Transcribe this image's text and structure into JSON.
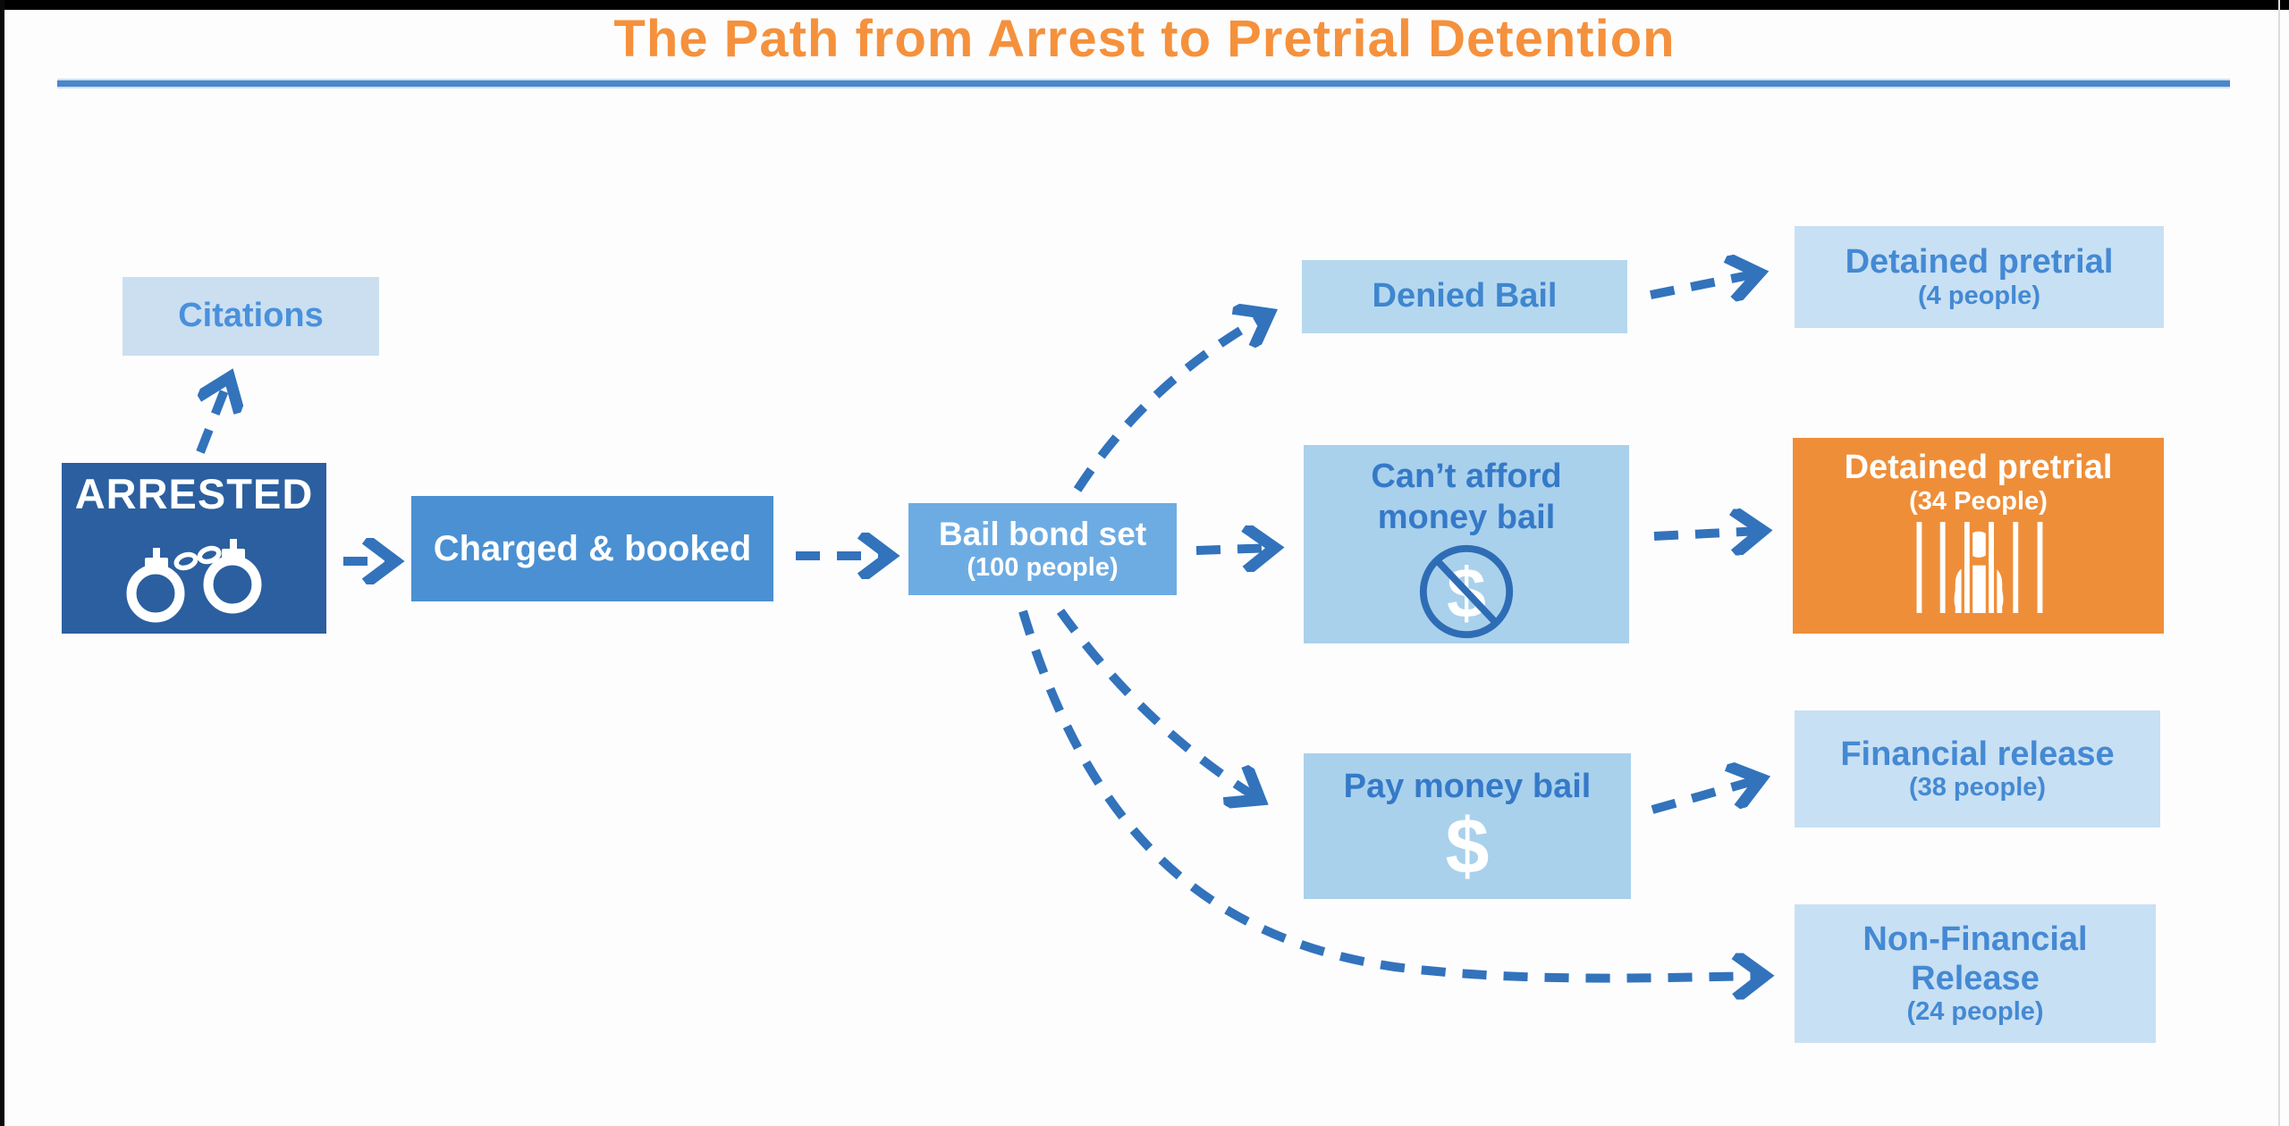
{
  "title": "The Path from Arrest to Pretrial Detention",
  "nodes": {
    "arrested": {
      "label": "ARRESTED",
      "icon": "handcuffs-icon"
    },
    "citations": {
      "label": "Citations"
    },
    "charged": {
      "label": "Charged & booked"
    },
    "bail_bond": {
      "label": "Bail bond set",
      "count": "(100 people)"
    },
    "denied_bail": {
      "label": "Denied Bail"
    },
    "cant_afford": {
      "line1": "Can’t afford",
      "line2": "money bail",
      "symbol": "$",
      "icon": "no-money-icon"
    },
    "pay_bail": {
      "label": "Pay money bail",
      "symbol": "$",
      "icon": "dollar-icon"
    },
    "detained_4": {
      "label": "Detained pretrial",
      "count": "(4 people)"
    },
    "detained_34": {
      "label": "Detained pretrial",
      "count": "(34 People)",
      "icon": "jail-bars-icon"
    },
    "financial_release": {
      "label": "Financial release",
      "count": "(38 people)"
    },
    "nonfinancial_release": {
      "line1": "Non-Financial",
      "line2": "Release",
      "count": "(24 people)"
    }
  },
  "edges": [
    {
      "from": "ARRESTED",
      "to": "Citations"
    },
    {
      "from": "ARRESTED",
      "to": "Charged & booked"
    },
    {
      "from": "Charged & booked",
      "to": "Bail bond set (100 people)"
    },
    {
      "from": "Bail bond set",
      "to": "Denied Bail"
    },
    {
      "from": "Bail bond set",
      "to": "Can’t afford money bail"
    },
    {
      "from": "Bail bond set",
      "to": "Pay money bail"
    },
    {
      "from": "Bail bond set",
      "to": "Non-Financial Release (24 people)"
    },
    {
      "from": "Denied Bail",
      "to": "Detained pretrial (4 people)"
    },
    {
      "from": "Can’t afford money bail",
      "to": "Detained pretrial (34 People)"
    },
    {
      "from": "Pay money bail",
      "to": "Financial release (38 people)"
    }
  ],
  "colors": {
    "title_orange": "#F5913C",
    "rule_blue": "#4A87CC",
    "arrested_blue": "#2B5F9F",
    "charged_blue": "#4A90D2",
    "bail_blue": "#6DACE3",
    "light_blue_outcome": "#C8E0F3",
    "light_blue_choice": "#A9D1EC",
    "citations_bg": "#CBDFF0",
    "denied_bg": "#B6D8EF",
    "orange_box": "#EF8E38",
    "arrow_blue": "#3273BC",
    "box_text_blue": "#4489D4",
    "white": "#FFFFFF"
  }
}
